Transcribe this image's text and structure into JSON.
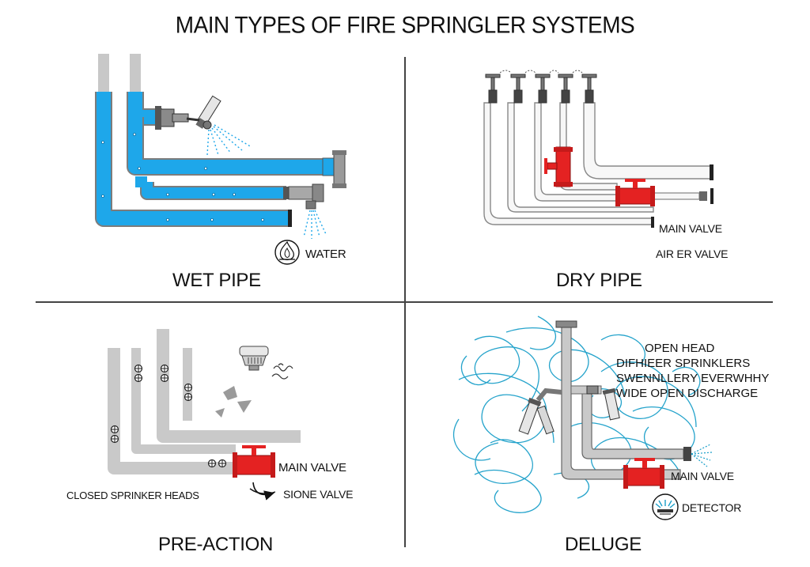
{
  "title": "MAIN TYPES OF FIRE SPRINGLER SYSTEMS",
  "panels": {
    "wet_pipe": {
      "title": "WET PIPE",
      "labels": {
        "water": "WATER"
      },
      "colors": {
        "water": "#1ea7ea",
        "pipe_edge": "#8c8c8c"
      },
      "icons": [
        "fire-icon",
        "sprinkler-head-icon",
        "water-spray-icon"
      ]
    },
    "dry_pipe": {
      "title": "DRY PIPE",
      "labels": {
        "main_valve": "MAIN VALVE",
        "air_valve": "AIR ER VALVE"
      },
      "colors": {
        "valve": "#e42222"
      },
      "icons": [
        "sprinkler-head-icon",
        "valve-icon"
      ]
    },
    "pre_action": {
      "title": "PRE-ACTION",
      "labels": {
        "main_valve": "MAIN VALVE",
        "sione_valve": "SIONE VALVE",
        "closed_heads": "CLOSED SPRINKER HEADS"
      },
      "colors": {
        "pipe": "#c9c9c9",
        "valve": "#e42222"
      },
      "icons": [
        "smoke-detector-icon",
        "smoke-icon",
        "valve-icon",
        "arrow-icon"
      ]
    },
    "deluge": {
      "title": "DELUGE",
      "labels": {
        "open_head_lines": [
          "OPEN HEAD",
          "DIFHIEER SPRINKLERS",
          "SWENNLLERY EVERWHHY",
          "WIDE OPEN DISCHARGE"
        ],
        "main_valve": "MAIN VALVE",
        "detector": "DETECTOR"
      },
      "colors": {
        "spray": "#1a9fc9",
        "valve": "#e42222"
      },
      "icons": [
        "detector-icon",
        "valve-icon",
        "open-sprinkler-icon"
      ]
    }
  }
}
